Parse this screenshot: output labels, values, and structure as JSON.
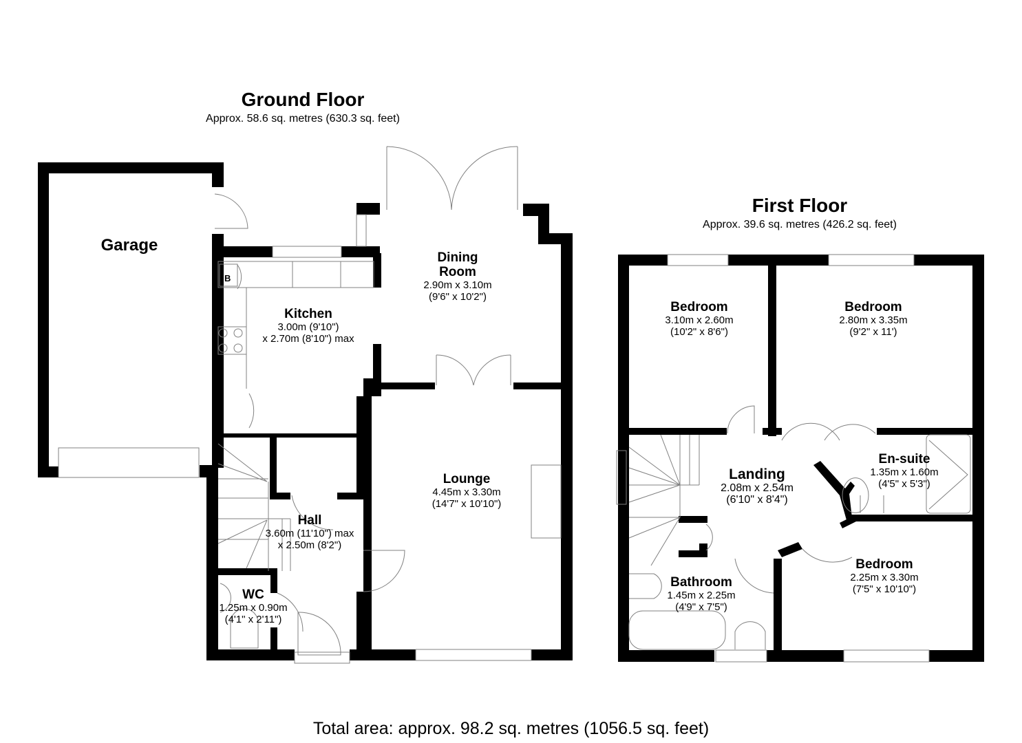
{
  "ground_floor": {
    "title": "Ground Floor",
    "area": "Approx. 58.6 sq. metres (630.3 sq. feet)",
    "rooms": [
      {
        "name": "Garage",
        "dim1": "",
        "dim2": ""
      },
      {
        "name": "Kitchen",
        "dim1": "3.00m (9'10\")",
        "dim2": "x 2.70m (8'10\") max"
      },
      {
        "name": "Dining Room",
        "name_line1": "Dining",
        "name_line2": "Room",
        "dim1": "2.90m x 3.10m",
        "dim2": "(9'6\" x 10'2\")"
      },
      {
        "name": "Lounge",
        "dim1": "4.45m x 3.30m",
        "dim2": "(14'7\" x 10'10\")"
      },
      {
        "name": "Hall",
        "dim1": "3.60m (11'10\") max",
        "dim2": "x 2.50m (8'2\")"
      },
      {
        "name": "WC",
        "dim1": "1.25m x 0.90m",
        "dim2": "(4'1\" x 2'11\")"
      }
    ],
    "boiler_label": "B"
  },
  "first_floor": {
    "title": "First Floor",
    "area": "Approx. 39.6 sq. metres (426.2 sq. feet)",
    "rooms": [
      {
        "name": "Bedroom",
        "dim1": "3.10m x 2.60m",
        "dim2": "(10'2\" x 8'6\")"
      },
      {
        "name": "Bedroom",
        "dim1": "2.80m x 3.35m",
        "dim2": "(9'2\" x 11')"
      },
      {
        "name": "Landing",
        "dim1": "2.08m x 2.54m",
        "dim2": "(6'10\" x 8'4\")"
      },
      {
        "name": "En-suite",
        "dim1": "1.35m x 1.60m",
        "dim2": "(4'5\" x 5'3\")"
      },
      {
        "name": "Bathroom",
        "dim1": "1.45m x 2.25m",
        "dim2": "(4'9\" x 7'5\")"
      },
      {
        "name": "Bedroom",
        "dim1": "2.25m x 3.30m",
        "dim2": "(7'5\" x 10'10\")"
      }
    ]
  },
  "total_area": "Total area: approx. 98.2 sq. metres (1056.5 sq. feet)",
  "colors": {
    "wall": "#000000",
    "fixture_line": "#808080",
    "background": "#ffffff"
  }
}
